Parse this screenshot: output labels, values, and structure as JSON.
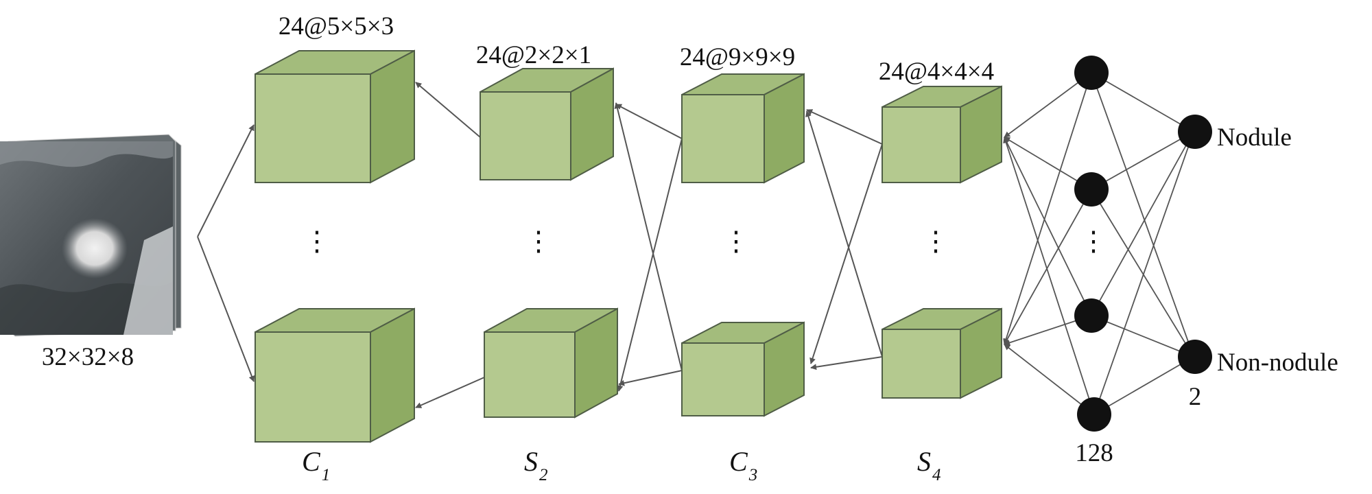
{
  "input": {
    "label": "32×32×8"
  },
  "layers": [
    {
      "dim": "24@5×5×3",
      "name": "C",
      "sub": "1"
    },
    {
      "dim": "24@2×2×1",
      "name": "S",
      "sub": "2"
    },
    {
      "dim": "24@9×9×9",
      "name": "C",
      "sub": "3"
    },
    {
      "dim": "24@4×4×4",
      "name": "S",
      "sub": "4"
    }
  ],
  "hidden_layer": {
    "count_label": "128",
    "visible_nodes": 4
  },
  "output_layer": {
    "count_label": "2",
    "labels": [
      "Nodule",
      "Non-nodule"
    ]
  },
  "ellipsis": "⋮",
  "colors": {
    "cube_front": "#b4c98f",
    "cube_top": "#a3bc7c",
    "cube_side": "#8eab63",
    "cube_edge": "#4f5d46",
    "node": "#111111",
    "arrow": "#555555"
  }
}
